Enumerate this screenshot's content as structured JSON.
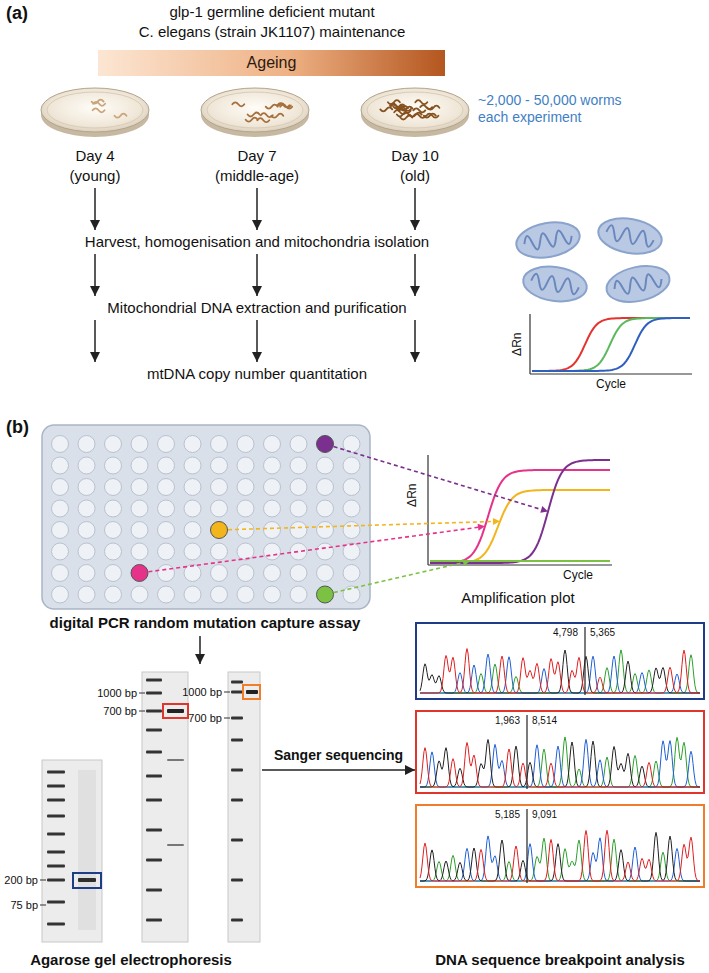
{
  "diagram": {
    "nodes": [
      {
        "text": [
          "Ageing"
        ]
      },
      {
        "text": [
          "Day 4",
          "(young)"
        ]
      },
      {
        "text": [
          "Day 7",
          "(middle-age)"
        ]
      },
      {
        "text": [
          "Day 10",
          "(old)"
        ]
      },
      {
        "text": [
          "Harvest, homogenisation and mitochondria isolation"
        ]
      },
      {
        "text": [
          "Mitochondrial DNA extraction and purification"
        ]
      },
      {
        "text": [
          "mtDNA copy number quantitation"
        ]
      },
      {
        "text": [
          "digital PCR random mutation capture assay"
        ]
      },
      {
        "text": [
          "Agarose gel electrophoresis"
        ]
      },
      {
        "text": [
          "DNA sequence breakpoint analysis"
        ]
      },
      {
        "text": [
          "4,798",
          "5,365"
        ],
        "in": 9
      },
      {
        "text": [
          "1,963",
          "8,514"
        ],
        "in": 9
      },
      {
        "text": [
          "5,185",
          "9,091"
        ],
        "in": 9
      }
    ],
    "edges": [
      {
        "from": 1,
        "to": 4,
        "arrow": "to"
      },
      {
        "from": 2,
        "to": 4,
        "arrow": "to"
      },
      {
        "from": 3,
        "to": 4,
        "arrow": "to"
      },
      {
        "from": 4,
        "to": 5,
        "arrow": "to"
      },
      {
        "from": 4,
        "to": 5,
        "arrow": "to"
      },
      {
        "from": 4,
        "to": 5,
        "arrow": "to"
      },
      {
        "from": 5,
        "to": 6,
        "arrow": "to"
      },
      {
        "from": 5,
        "to": 6,
        "arrow": "to"
      },
      {
        "from": 5,
        "to": 6,
        "arrow": "to"
      },
      {
        "from": 7,
        "to": 8,
        "arrow": "to"
      },
      {
        "from": 8,
        "to": 9,
        "label": "Sanger sequencing",
        "arrow": "to"
      }
    ],
    "labels": [
      "(a)",
      "glp-1 germline deficient mutant",
      "C. elegans (strain JK1107) maintenance",
      "~2,000 - 50,000 worms each experiment",
      "ΔRn",
      "Cycle",
      "(b)",
      "ΔRn",
      "Cycle",
      "Amplification plot",
      "200 bp",
      "75 bp",
      "1000 bp",
      "700 bp",
      "1000 bp",
      "700 bp"
    ]
  }
}
